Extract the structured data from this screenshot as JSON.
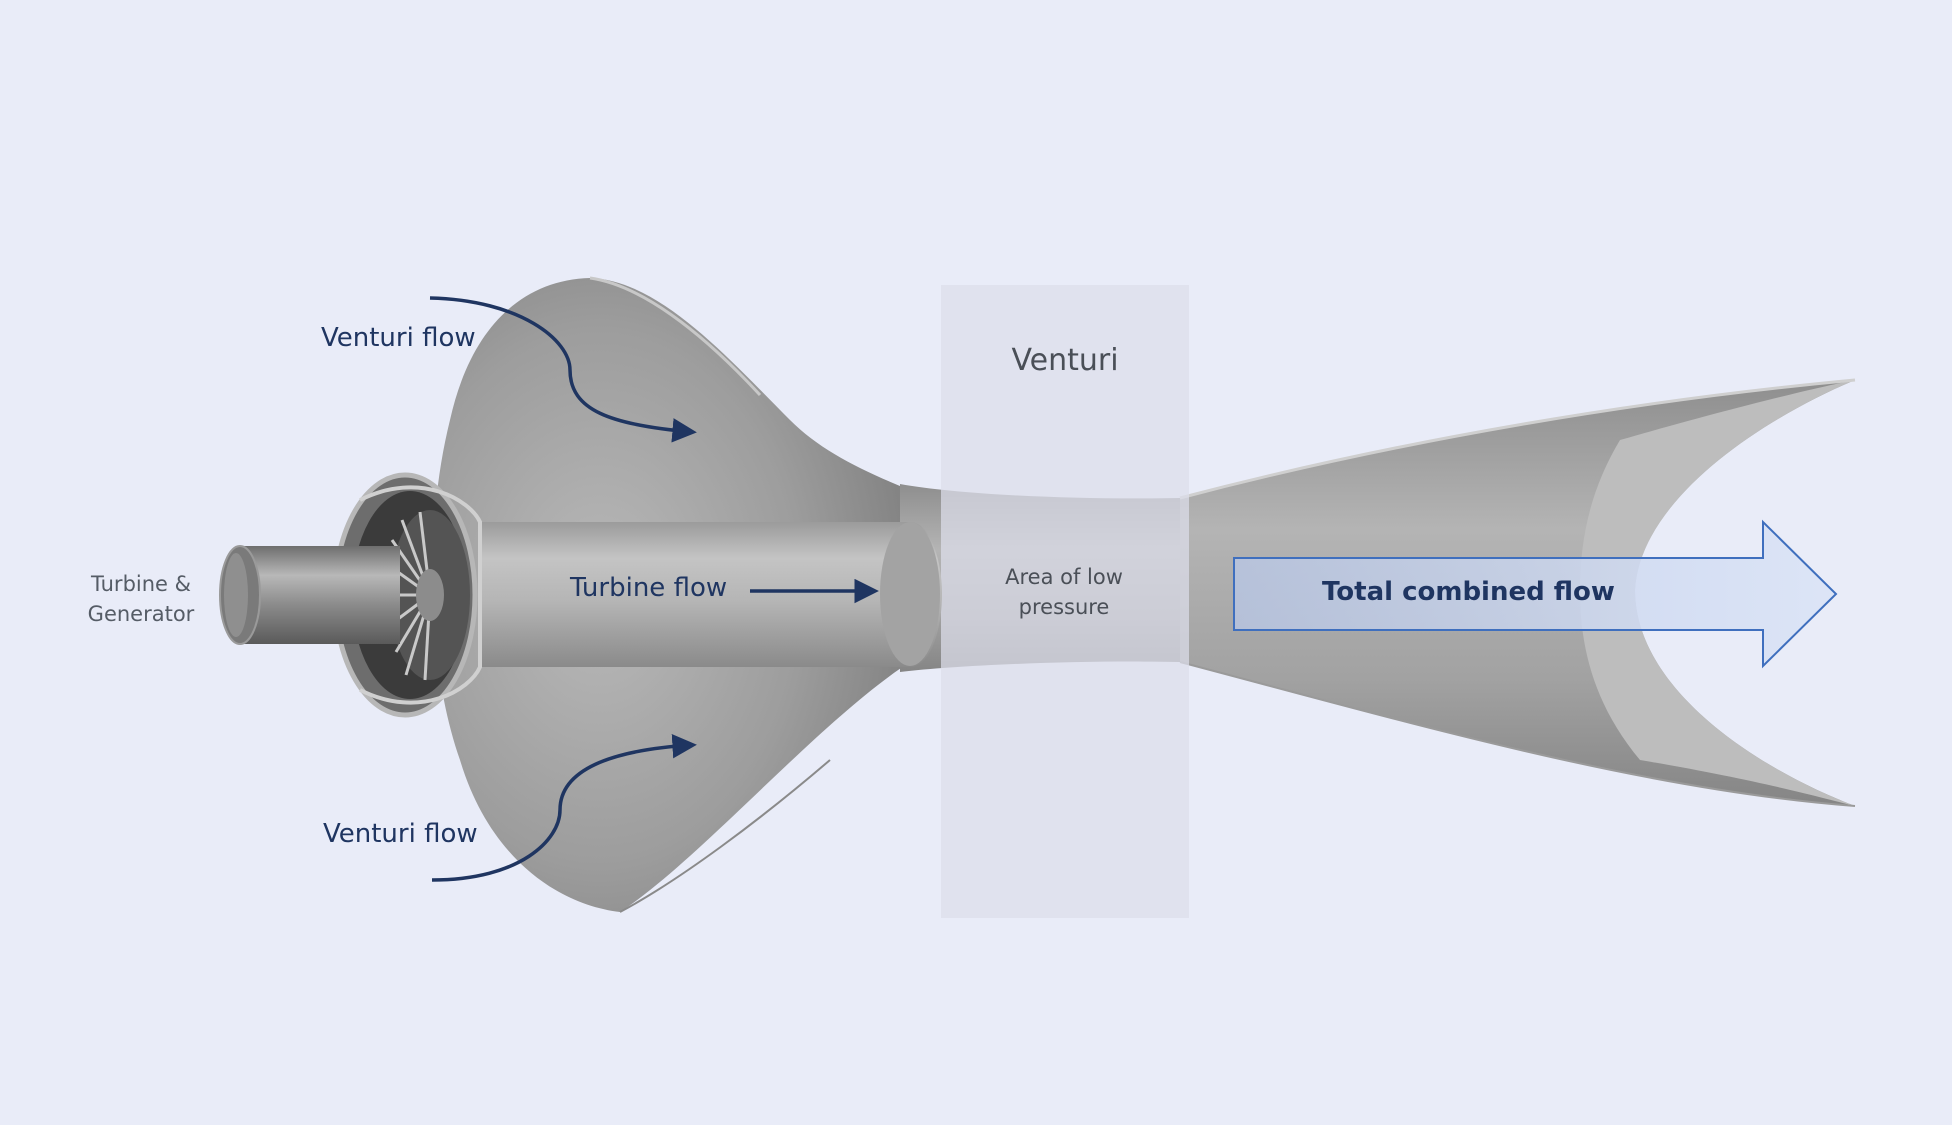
{
  "labels": {
    "venturi_flow_top": "Venturi flow",
    "venturi_flow_bottom": "Venturi flow",
    "turbine_generator": "Turbine & Generator",
    "turbine_flow": "Turbine flow",
    "venturi": "Venturi",
    "low_pressure": "Area of low pressure",
    "total_combined_flow": "Total combined flow"
  },
  "colors": {
    "background": "#e9ecf8",
    "flow_arrow": "#1f3561",
    "venturi_band": "#d9dbe8",
    "metal": "#a6a6a6",
    "total_flow_arrow_fill": "#c9d6ef",
    "total_flow_arrow_stroke": "#3f6fbe"
  },
  "icons": {
    "turbine": "turbine-rotor-icon",
    "shaft": "generator-shaft-icon"
  }
}
